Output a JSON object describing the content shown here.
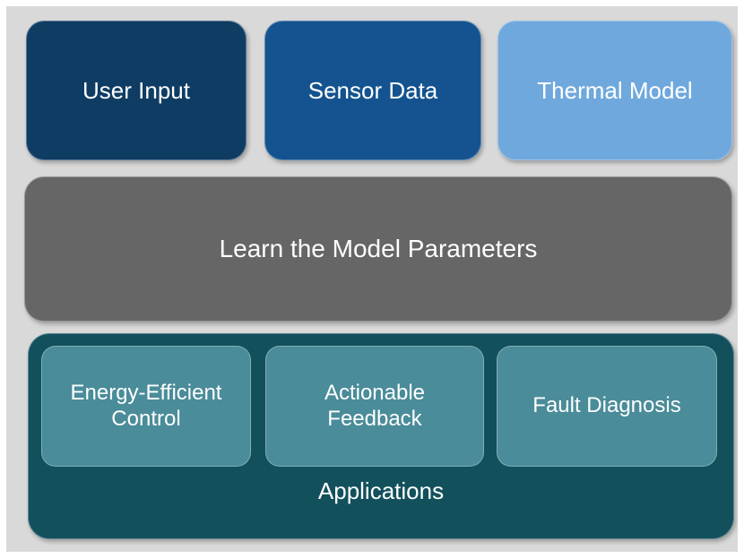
{
  "diagram": {
    "background_color": "#d9d9d9",
    "frame_color": "#ffffff",
    "top_row": {
      "name": "inputs-row",
      "boxes": [
        {
          "label": "User Input",
          "color": "#0f3c63"
        },
        {
          "label": "Sensor Data",
          "color": "#14538f"
        },
        {
          "label": "Thermal Model",
          "color": "#6fa8dc"
        }
      ]
    },
    "middle": {
      "label": "Learn the Model Parameters",
      "color": "#666666"
    },
    "bottom": {
      "label": "Applications",
      "color": "#12505c",
      "boxes": [
        {
          "label": "Energy-Efficient\nControl",
          "color": "#4a8c99"
        },
        {
          "label": "Actionable\nFeedback",
          "color": "#4a8c99"
        },
        {
          "label": "Fault Diagnosis",
          "color": "#4a8c99"
        }
      ]
    }
  }
}
